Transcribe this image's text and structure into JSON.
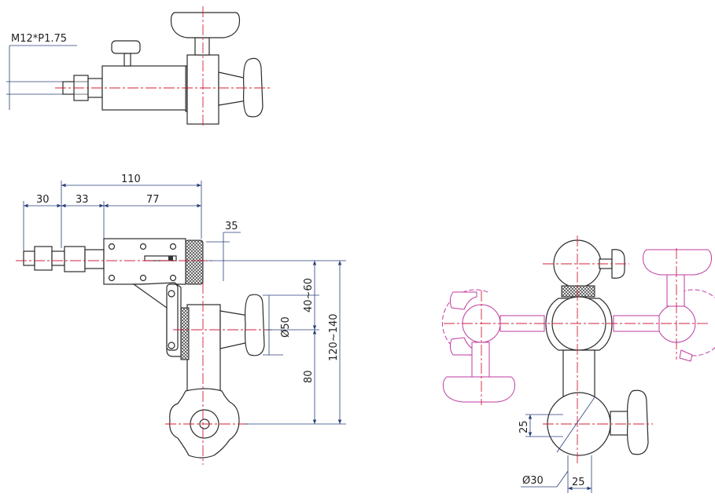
{
  "labels": {
    "thread": "M12*P1.75",
    "dim_total": "110",
    "dim_30": "30",
    "dim_33": "33",
    "dim_77": "77",
    "dim_35": "35",
    "dim_40_60": "40~60",
    "dim_120_140": "120~140",
    "dim_phi50": "Ø50",
    "dim_80": "80",
    "dim_25_vert": "25",
    "dim_phi30": "Ø30",
    "dim_25_horiz": "25"
  },
  "colors": {
    "outline": "#2b2b2b",
    "dimension": "#2a3f7a",
    "centerline": "#d0203a",
    "alternate_position": "#c03aa0"
  }
}
